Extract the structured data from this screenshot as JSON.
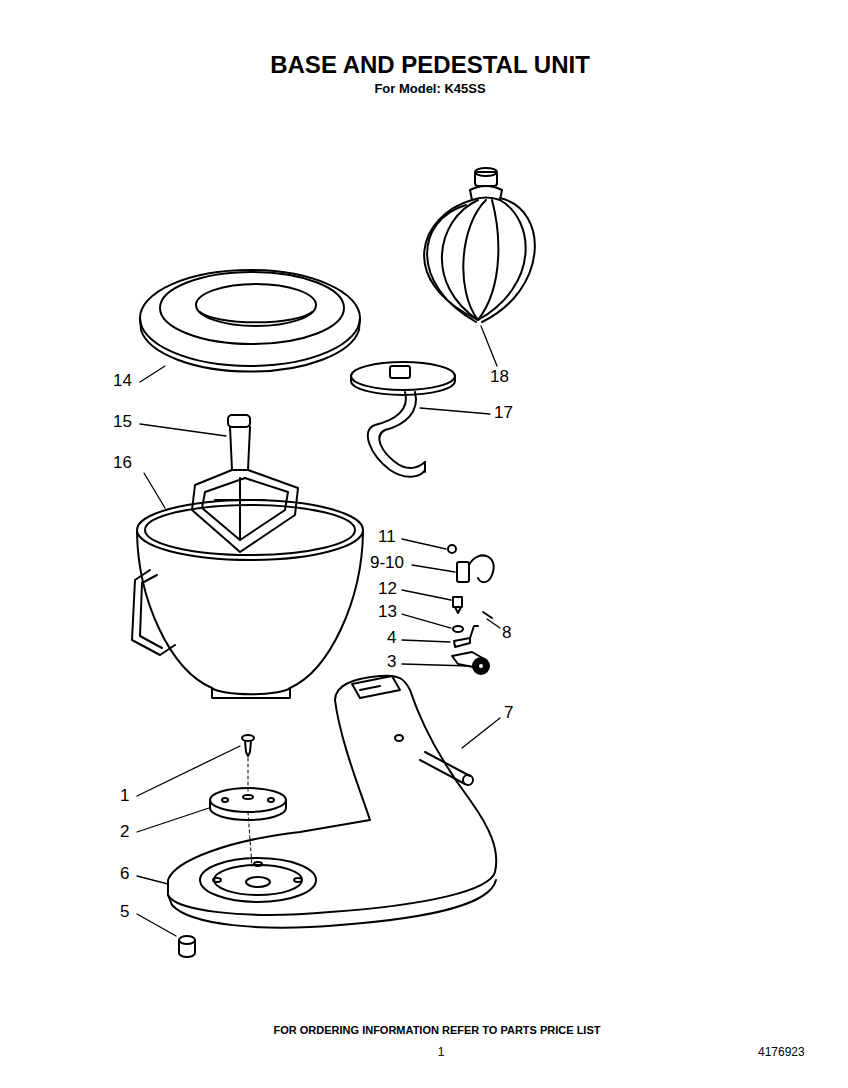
{
  "diagram": {
    "title": "BASE AND PEDESTAL UNIT",
    "labels": [
      "For Model: K45SS",
      "14",
      "18",
      "15",
      "17",
      "16",
      "11",
      "9-10",
      "12",
      "8",
      "13",
      "4",
      "3",
      "7",
      "1",
      "2",
      "6",
      "5",
      "FOR ORDERING INFORMATION REFER TO PARTS PRICE LIST",
      "1",
      "4176923"
    ]
  }
}
